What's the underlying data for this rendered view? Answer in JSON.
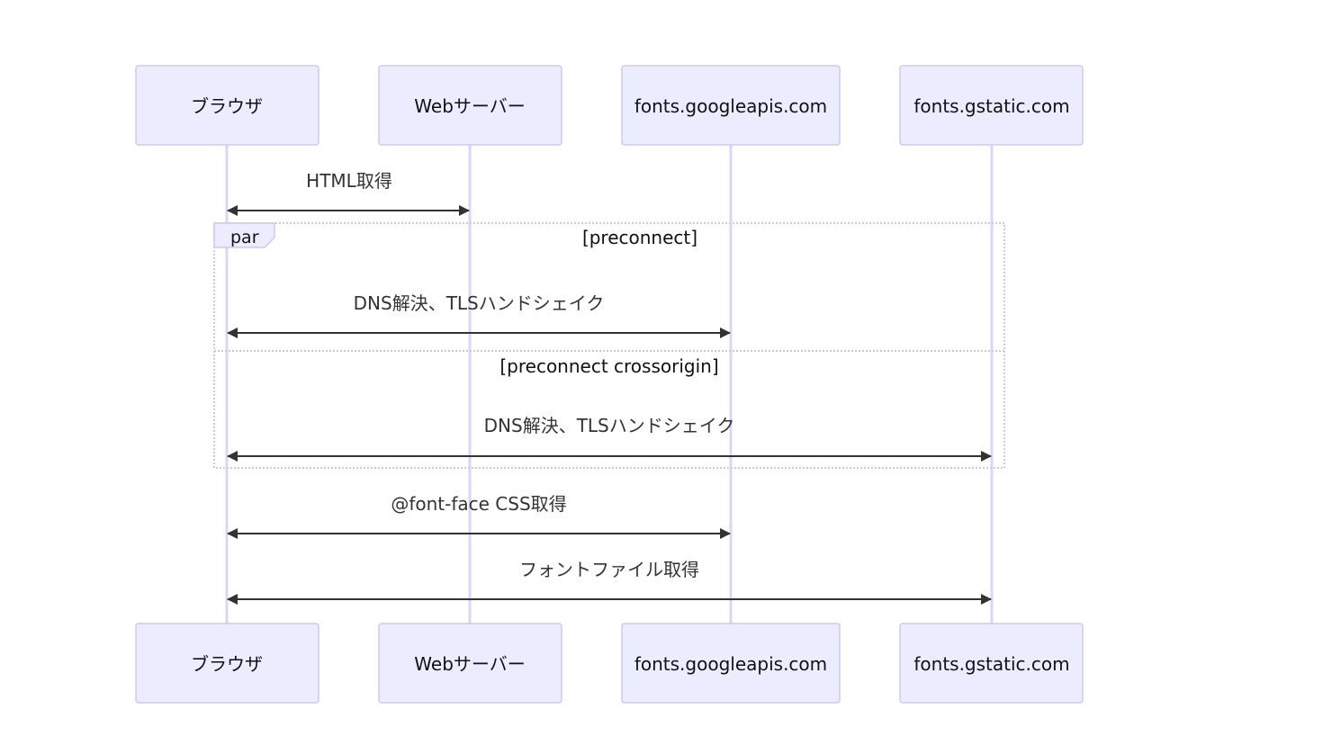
{
  "participants": [
    {
      "label": "ブラウザ"
    },
    {
      "label": "Webサーバー"
    },
    {
      "label": "fonts.googleapis.com"
    },
    {
      "label": "fonts.gstatic.com"
    }
  ],
  "messages": [
    {
      "label": "HTML取得",
      "from": 0,
      "to": 1
    },
    {
      "label": "DNS解決、TLSハンドシェイク",
      "from": 0,
      "to": 2
    },
    {
      "label": "DNS解決、TLSハンドシェイク",
      "from": 0,
      "to": 3
    },
    {
      "label": "@font-face CSS取得",
      "from": 0,
      "to": 2
    },
    {
      "label": "フォントファイル取得",
      "from": 0,
      "to": 3
    }
  ],
  "par_block": {
    "keyword": "par",
    "sections": [
      "[preconnect]",
      "[preconnect crossorigin]"
    ]
  }
}
